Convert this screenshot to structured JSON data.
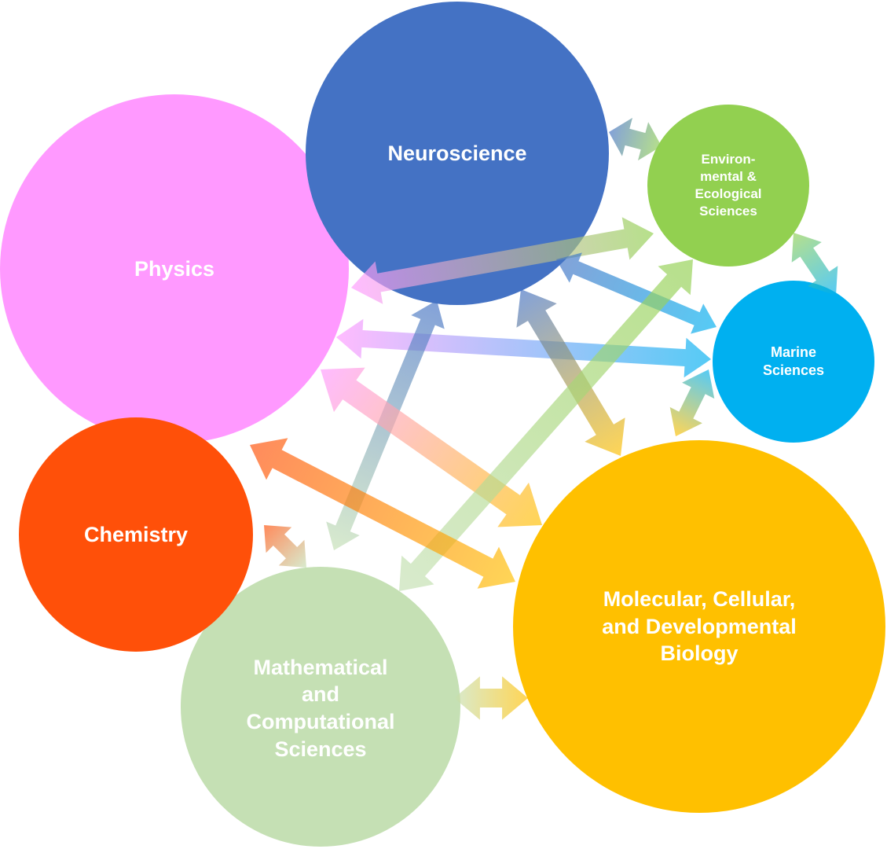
{
  "nodes": [
    {
      "id": "physics",
      "label": "Physics",
      "color": "#FF99FF"
    },
    {
      "id": "neuroscience",
      "label": "Neuroscience",
      "color": "#4472C4"
    },
    {
      "id": "environmental",
      "label": "Environ-\nmental &\nEcological\nSciences",
      "color": "#92D050"
    },
    {
      "id": "marine",
      "label": "Marine\nSciences",
      "color": "#00B0F0"
    },
    {
      "id": "molecular",
      "label": "Molecular, Cellular,\nand Developmental\nBiology",
      "color": "#FFC000"
    },
    {
      "id": "mathematical",
      "label": "Mathematical\nand\nComputational\nSciences",
      "color": "#C5E0B4"
    },
    {
      "id": "chemistry",
      "label": "Chemistry",
      "color": "#FF5009"
    }
  ],
  "links": [
    {
      "from": "neuroscience",
      "to": "environmental"
    },
    {
      "from": "physics",
      "to": "environmental"
    },
    {
      "from": "neuroscience",
      "to": "marine"
    },
    {
      "from": "physics",
      "to": "marine"
    },
    {
      "from": "environmental",
      "to": "marine"
    },
    {
      "from": "neuroscience",
      "to": "molecular"
    },
    {
      "from": "neuroscience",
      "to": "mathematical"
    },
    {
      "from": "physics",
      "to": "molecular"
    },
    {
      "from": "environmental",
      "to": "mathematical"
    },
    {
      "from": "marine",
      "to": "molecular"
    },
    {
      "from": "chemistry",
      "to": "molecular"
    },
    {
      "from": "chemistry",
      "to": "mathematical"
    },
    {
      "from": "mathematical",
      "to": "molecular"
    }
  ]
}
